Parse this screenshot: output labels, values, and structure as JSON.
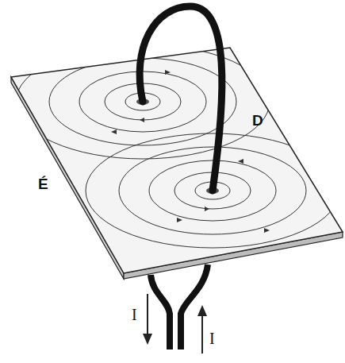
{
  "diagram": {
    "labels": [
      "É",
      "D",
      "I",
      "I"
    ]
  }
}
